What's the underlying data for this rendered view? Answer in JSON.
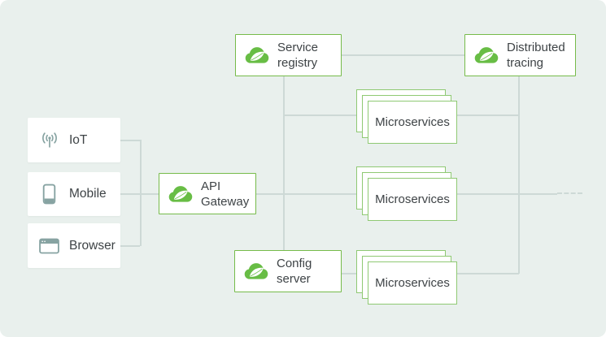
{
  "diagram": {
    "background_color": "#e9f0ed",
    "connector_color": "#cdd9d6",
    "node_border_green": "#76bb4a",
    "stack_border_green": "#8fc973",
    "spring_logo_green": "#68bd45",
    "client_icon_color": "#87a3a2",
    "text_color": "#3e4346",
    "clients": [
      {
        "label": "IoT",
        "icon": "iot-antenna-icon"
      },
      {
        "label": "Mobile",
        "icon": "smartphone-icon"
      },
      {
        "label": "Browser",
        "icon": "browser-window-icon"
      }
    ],
    "nodes": {
      "api_gateway": {
        "label": "API Gateway",
        "icon": "spring-cloud-leaf-icon"
      },
      "service_registry": {
        "label": "Service registry",
        "icon": "spring-cloud-leaf-icon"
      },
      "distributed_tracing": {
        "label": "Distributed tracing",
        "icon": "spring-cloud-leaf-icon"
      },
      "config_server": {
        "label": "Config server",
        "icon": "spring-cloud-leaf-icon"
      }
    },
    "stacks": [
      {
        "label": "Microservices"
      },
      {
        "label": "Microservices"
      },
      {
        "label": "Microservices"
      }
    ]
  }
}
